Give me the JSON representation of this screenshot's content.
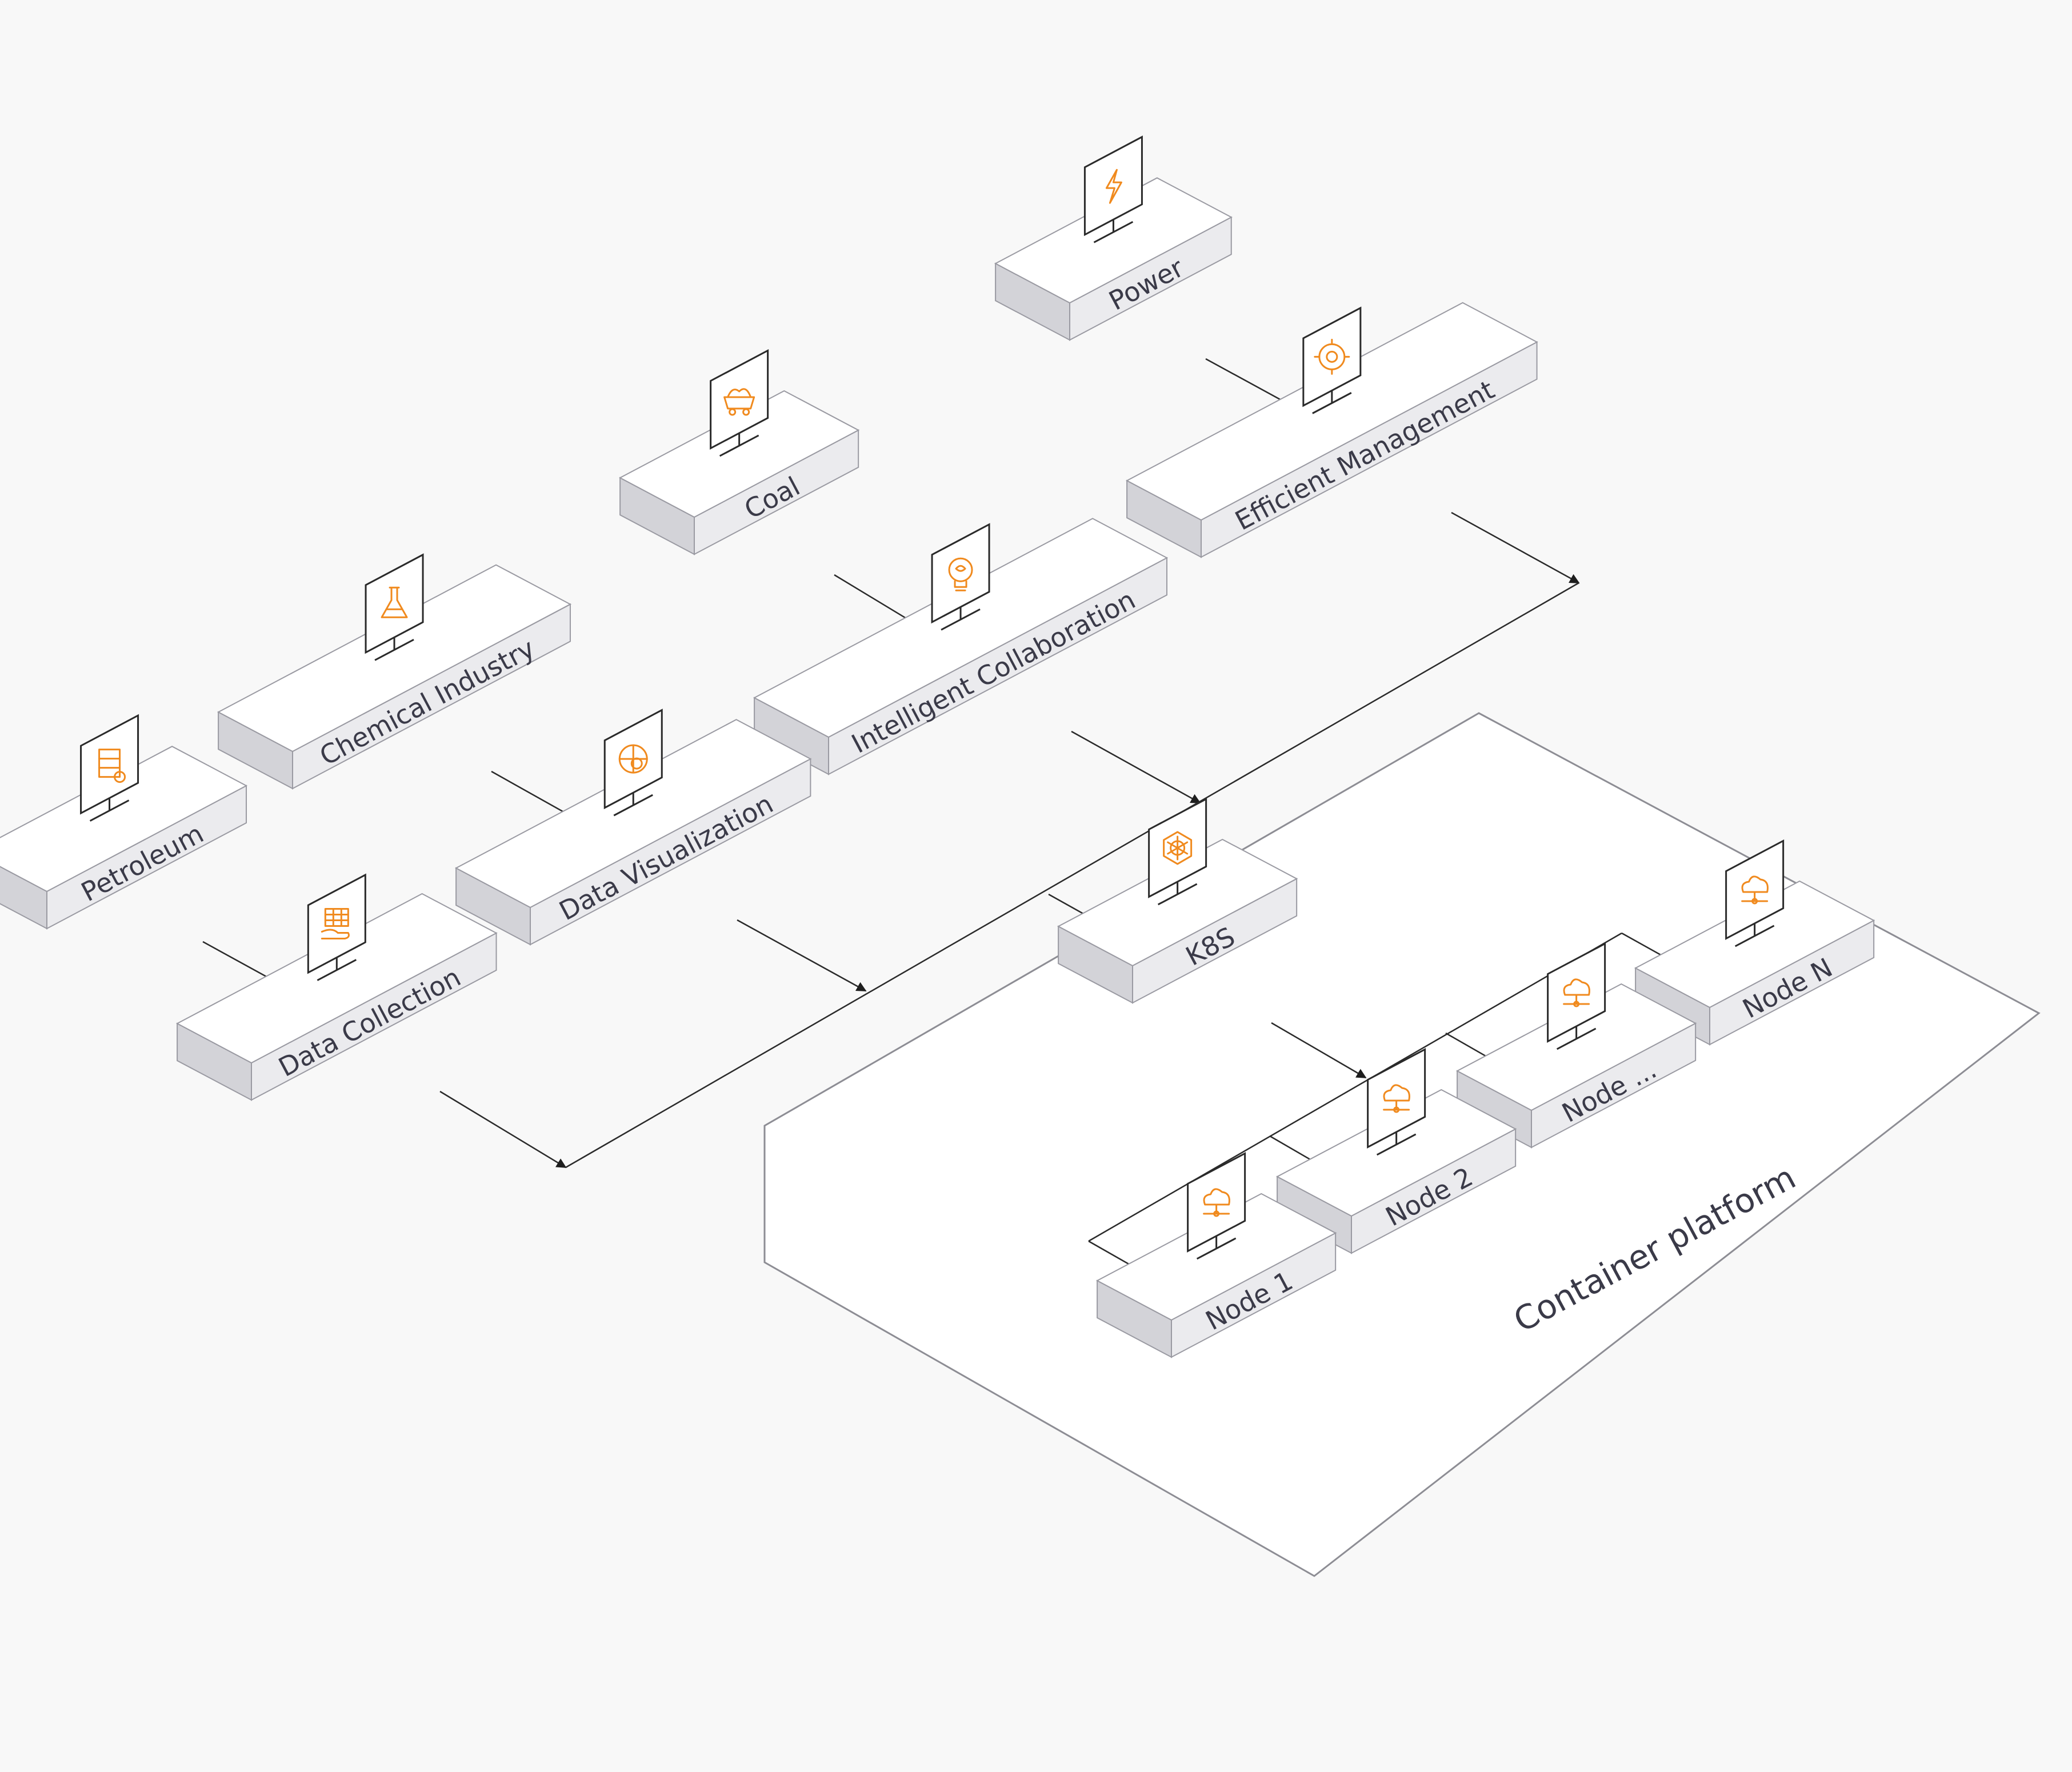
{
  "diagram": {
    "colors": {
      "background": "#f8f8f8",
      "top": "#ffffff",
      "left": "#d3d3d8",
      "right": "#ebebee",
      "edge": "#9a9aa2",
      "text": "#3a3a48",
      "line": "#2a2a2a",
      "accent": "#f08a1e"
    },
    "platform_label": "Container platform",
    "blocks": [
      {
        "id": "power",
        "label": "Power",
        "icon": "lightning-bolt-icon"
      },
      {
        "id": "coal",
        "label": "Coal",
        "icon": "coal-cart-icon"
      },
      {
        "id": "chemical",
        "label": "Chemical Industry",
        "icon": "flask-icon"
      },
      {
        "id": "petroleum",
        "label": "Petroleum",
        "icon": "oil-barrel-icon"
      },
      {
        "id": "efficient",
        "label": "Efficient Management",
        "icon": "brain-gear-icon"
      },
      {
        "id": "intelligent",
        "label": "Intelligent Collaboration",
        "icon": "lightbulb-brain-icon"
      },
      {
        "id": "visualization",
        "label": "Data Visualization",
        "icon": "data-visualization-icon"
      },
      {
        "id": "collection",
        "label": "Data Collection",
        "icon": "data-collection-icon"
      },
      {
        "id": "k8s",
        "label": "K8S",
        "icon": "kubernetes-helm-icon"
      },
      {
        "id": "nodeN",
        "label": "Node N",
        "icon": "cloud-node-icon"
      },
      {
        "id": "nodeDots",
        "label": "Node ...",
        "icon": "cloud-node-icon"
      },
      {
        "id": "node2",
        "label": "Node 2",
        "icon": "cloud-node-icon"
      },
      {
        "id": "node1",
        "label": "Node 1",
        "icon": "cloud-node-icon"
      }
    ]
  }
}
